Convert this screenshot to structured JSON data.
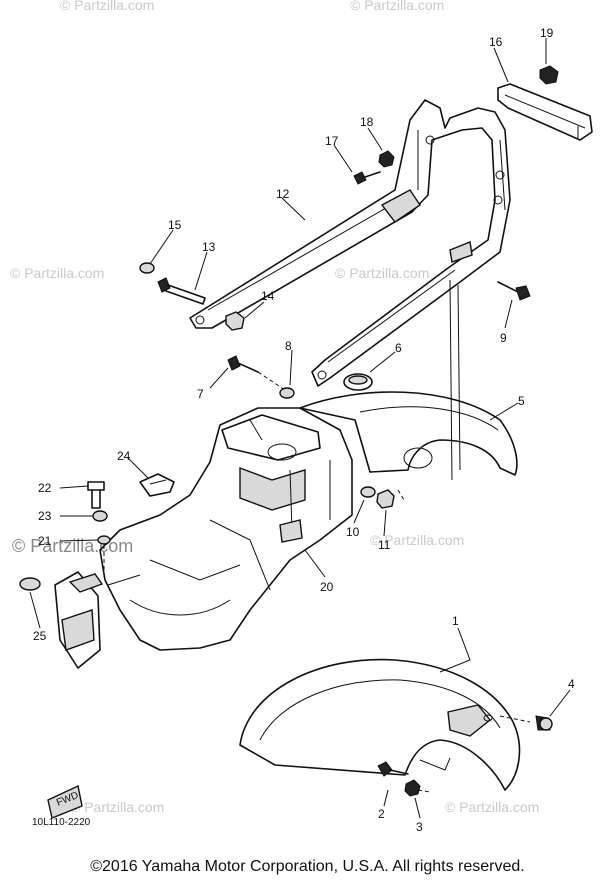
{
  "watermark": "© Partzilla.com",
  "diagram_code": "10L110-2220",
  "fwd_label": "FWD",
  "copyright": "©2016  Yamaha Motor Corporation, U.S.A. All rights reserved.",
  "callouts": [
    "1",
    "2",
    "3",
    "4",
    "5",
    "6",
    "7",
    "8",
    "9",
    "10",
    "11",
    "12",
    "13",
    "14",
    "15",
    "16",
    "17",
    "18",
    "19",
    "20",
    "21",
    "22",
    "23",
    "24",
    "25"
  ]
}
